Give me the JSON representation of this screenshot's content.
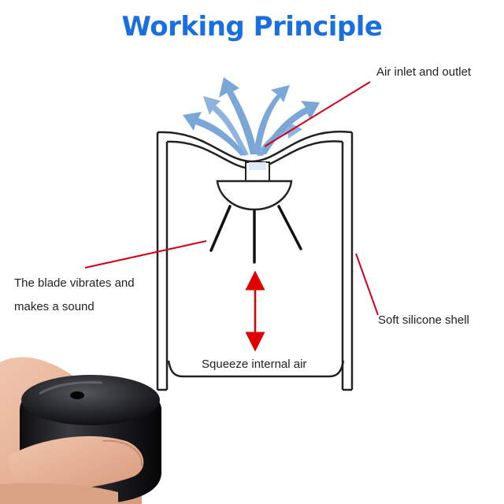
{
  "title": "Working Principle",
  "labels": {
    "air_inlet": "Air inlet and outlet",
    "blade_line1": "The blade vibrates and",
    "blade_line2": "makes a sound",
    "shell": "Soft silicone shell",
    "squeeze": "Squeeze internal air"
  },
  "colors": {
    "title": "#1a6fe0",
    "leader_lines": "#d0021b",
    "air_arrows": "#7aa6d8",
    "squeeze_arrow": "#e00000",
    "device": "#1c1c1e",
    "skin": "#e8b59a"
  },
  "icons": {
    "air_flow": "air-flow-arrows-icon",
    "squeeze": "double-headed-arrow-icon"
  }
}
